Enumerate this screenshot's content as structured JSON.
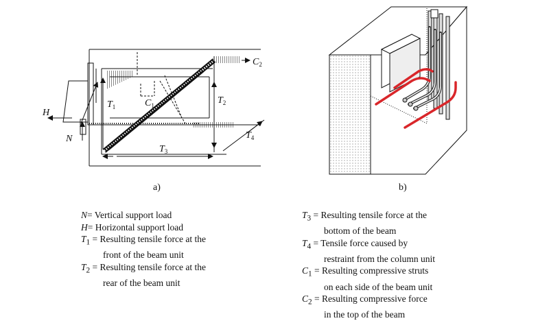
{
  "figure_a": {
    "caption": "a)",
    "labels": {
      "H": "H",
      "N": "N",
      "T1": "T",
      "T1_sub": "1",
      "C1": "C",
      "C1_sub": "1",
      "T2": "T",
      "T2_sub": "2",
      "C2": "C",
      "C2_sub": "2",
      "T3": "T",
      "T3_sub": "3",
      "T4": "T",
      "T4_sub": "4"
    }
  },
  "figure_b": {
    "caption": "b)",
    "colors": {
      "rebar_red": "#d9262a",
      "block_fill": "#ffffff",
      "dot_face": "#c8c8c8"
    }
  },
  "legend_left": [
    {
      "sym": "N",
      "sub": "",
      "text": "= Vertical support load",
      "cont": ""
    },
    {
      "sym": "H",
      "sub": "",
      "text": "= Horizontal support load",
      "cont": ""
    },
    {
      "sym": "T",
      "sub": "1",
      "text": " = Resulting tensile force at the",
      "cont": "front of the beam unit"
    },
    {
      "sym": "T",
      "sub": "2",
      "text": " = Resulting tensile force at the",
      "cont": "rear of the beam unit"
    }
  ],
  "legend_right": [
    {
      "sym": "T",
      "sub": "3",
      "text": " = Resulting tensile force at the",
      "cont": "bottom of the beam"
    },
    {
      "sym": "T",
      "sub": "4",
      "text": " = Tensile force caused by",
      "cont": "restraint from the column unit"
    },
    {
      "sym": "C",
      "sub": "1",
      "text": " = Resulting compressive struts",
      "cont": "on each side of the beam unit"
    },
    {
      "sym": "C",
      "sub": "2",
      "text": " = Resulting compressive force",
      "cont": "in the top of the beam"
    }
  ]
}
